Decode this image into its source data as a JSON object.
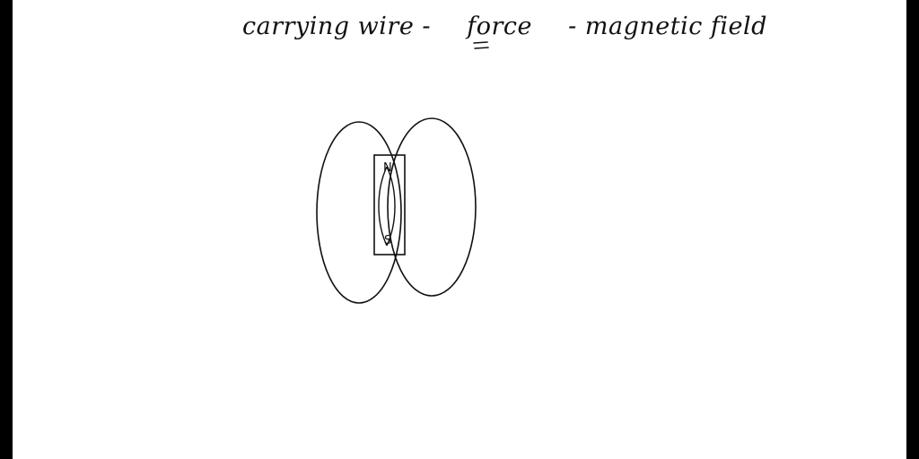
{
  "heading": {
    "part1": "carrying wire",
    "part2": "force",
    "part3": "magnetic field",
    "separator": "-"
  },
  "magnet": {
    "north_label": "N",
    "south_label": "S"
  },
  "colors": {
    "ink": "#111111",
    "page": "#ffffff",
    "border": "#000000"
  }
}
